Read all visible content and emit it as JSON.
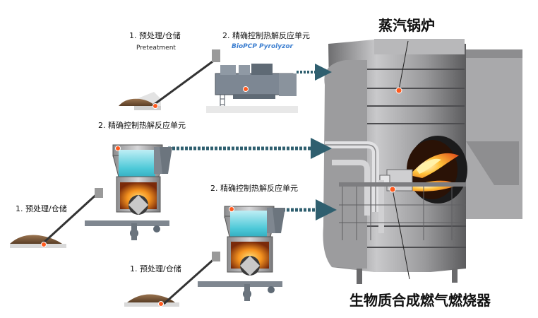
{
  "labels": {
    "pretreat_top": "1. 预处理/仓储",
    "pretreat_top_en": "Preteatment",
    "reactor_top": "2. 精确控制热解反应单元",
    "reactor_top_en": "BioPCP Pyrolyzor",
    "reactor_mid": "2. 精确控制热解反应单元",
    "pretreat_left": "1. 预处理/仓储",
    "reactor_low": "2. 精确控制热解反应单元",
    "pretreat_low": "1. 预处理/仓储",
    "boiler": "蒸汽锅炉",
    "burner": "生物质合成燃气燃烧器"
  },
  "colors": {
    "marker": "#ff5a1f",
    "flow_arrow": "#2f5f6f",
    "boiler_body": "#8a8a8a",
    "reactor_gas": "#4ec9d8",
    "reactor_fire": "#f08a1c",
    "biomass": "#7a5a3a",
    "frame": "#6f7a86"
  }
}
